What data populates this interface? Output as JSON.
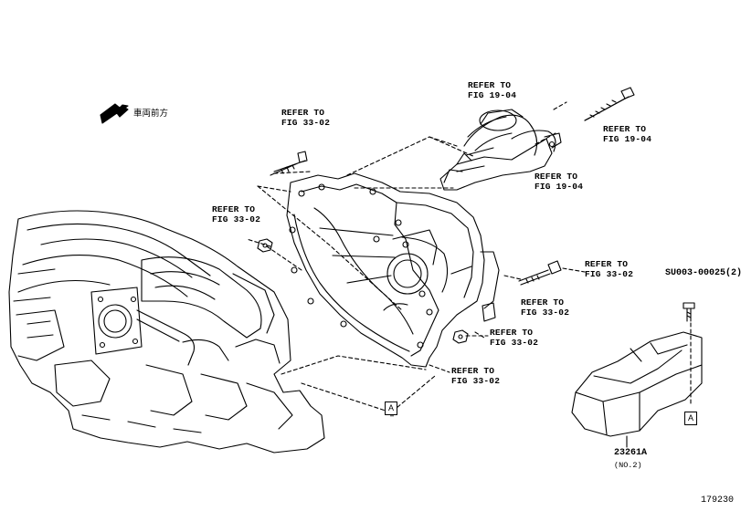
{
  "direction_label": "車両前方",
  "refs": [
    {
      "line1": "REFER TO",
      "line2": "FIG 19-04"
    },
    {
      "line1": "REFER TO",
      "line2": "FIG 19-04"
    },
    {
      "line1": "REFER TO",
      "line2": "FIG 19-04"
    },
    {
      "line1": "REFER TO",
      "line2": "FIG 33-02"
    },
    {
      "line1": "REFER TO",
      "line2": "FIG 33-02"
    },
    {
      "line1": "REFER TO",
      "line2": "FIG 33-02"
    },
    {
      "line1": "REFER TO",
      "line2": "FIG 33-02"
    },
    {
      "line1": "REFER TO",
      "line2": "FIG 33-02"
    },
    {
      "line1": "REFER TO",
      "line2": "FIG 33-02"
    }
  ],
  "bolt_part": "SU003-00025(2)",
  "cover_part": "23261A",
  "cover_qualifier": "(NO.2)",
  "marker": "A",
  "figure_number": "179230"
}
